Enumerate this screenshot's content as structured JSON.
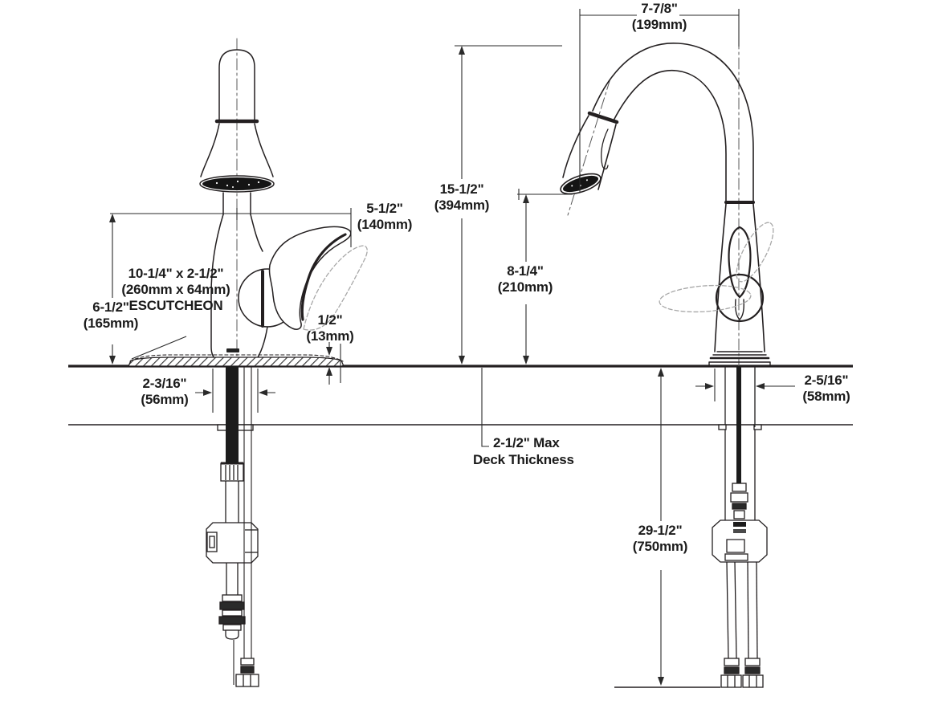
{
  "colors": {
    "line": "#231f20",
    "dim_line": "#2a2a2a",
    "ghost_dashed": "#a8a8a8",
    "dark_fill": "#1c1c1c",
    "background": "#ffffff"
  },
  "labels": {
    "spout_reach": "7-7/8\"\n(199mm)",
    "overall_height": "15-1/2\"\n(394mm)",
    "handle_reach": "5-1/2\"\n(140mm)",
    "escutcheon_note": "10-1/4\" x 2-1/2\"\n(260mm x 64mm)\nESCUTCHEON",
    "handle_height": "6-1/2\"\n(165mm)",
    "escutcheon_thickness": "1/2\"\n(13mm)",
    "spray_outlet_height": "8-1/4\"\n(210mm)",
    "mounting_hole_front": "2-3/16\"\n(56mm)",
    "mounting_hole_side": "2-5/16\"\n(58mm)",
    "deck_thickness_line1": "2-1/2\" Max",
    "deck_thickness_line2": "Deck Thickness",
    "supply_height": "29-1/2\"\n(750mm)"
  }
}
